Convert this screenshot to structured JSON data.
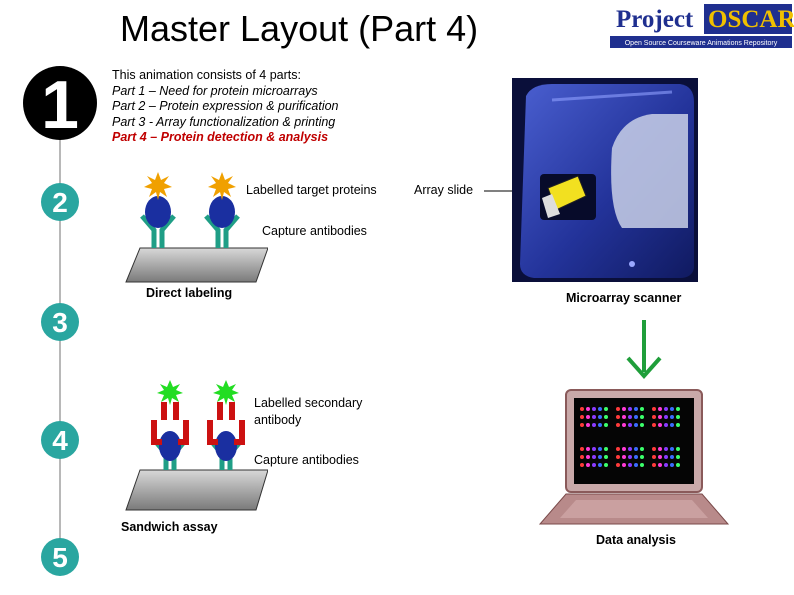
{
  "slide": {
    "title": "Master Layout (Part 4)",
    "logo": {
      "word1": "Project",
      "word2": "OSCAR",
      "tagline": "Open Source Courseware Animations Repository"
    }
  },
  "steps": [
    "1",
    "2",
    "3",
    "4",
    "5"
  ],
  "description": {
    "intro": "This animation consists of  4 parts:",
    "parts": [
      "Part 1 – Need for protein microarrays",
      "Part 2 – Protein expression & purification",
      "Part 3 -  Array functionalization & printing",
      "Part 4 – Protein detection & analysis"
    ]
  },
  "labels": {
    "labelled_target": "Labelled target proteins",
    "array_slide": "Array slide",
    "capture_antibodies_1": "Capture antibodies",
    "direct_labeling": "Direct labeling",
    "microarray_scanner": "Microarray scanner",
    "labelled_secondary_1": "Labelled secondary",
    "labelled_secondary_2": "antibody",
    "capture_antibodies_2": "Capture antibodies",
    "sandwich_assay": "Sandwich assay",
    "data_analysis": "Data analysis"
  },
  "colors": {
    "step_dark": "#000000",
    "step_teal": "#2aa6a0",
    "timeline": "#b8b8b8",
    "highlight": "#c00000",
    "antibody": "#1f9e86",
    "protein": "#1a2fa0",
    "label_star": "#f0a000",
    "secondary_star": "#22dd22",
    "secondary_antibody": "#cc1111",
    "scanner": "#2a3fa8",
    "arrow": "#1f9e3a"
  },
  "icons": {
    "scanner": "microarray-scanner-image",
    "laptop": "laptop-data-image"
  }
}
